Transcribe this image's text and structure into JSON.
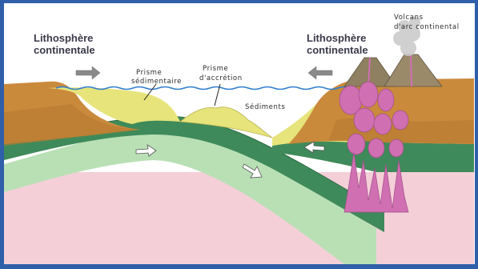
{
  "labels": {
    "left_plate": [
      "Lithosphère",
      "continentale"
    ],
    "right_plate": [
      "Lithosphère",
      "continentale"
    ],
    "prism_sedimentary": [
      "Prisme",
      "sédimentaire"
    ],
    "prism_accretion": [
      "Prisme",
      "d'accrétion"
    ],
    "sediments": "Sédiments",
    "volcanoes": [
      "Volcans",
      "d'arc continental"
    ]
  },
  "colors": {
    "frame": "#2f5fa8",
    "continental_crust": "#c98a3c",
    "sediment": "#e6e47a",
    "oceanic_lithosphere_dark": "#3f8a5a",
    "oceanic_lithosphere_light": "#b9e0b5",
    "asthenosphere": "#f4cfd8",
    "magma": "#d06fb2",
    "water": "#2f7fd0",
    "volcano": "#9a8a6a",
    "arrow": "#8a8a8a"
  }
}
